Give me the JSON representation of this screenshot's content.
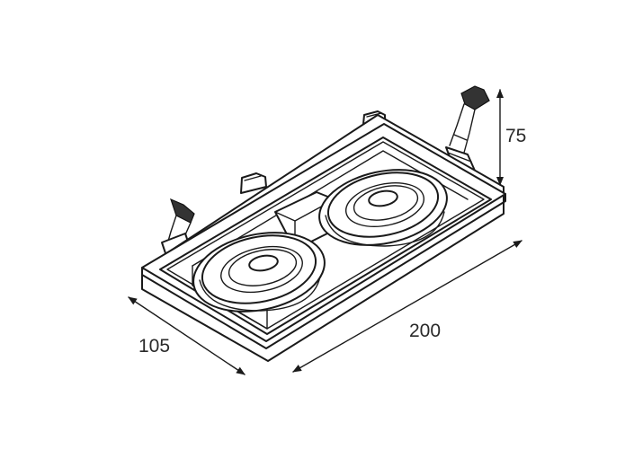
{
  "dimensions": {
    "height": "75",
    "length": "200",
    "width": "105"
  },
  "colors": {
    "line": "#1a1a1a",
    "background": "#ffffff",
    "clip": "#333333"
  }
}
